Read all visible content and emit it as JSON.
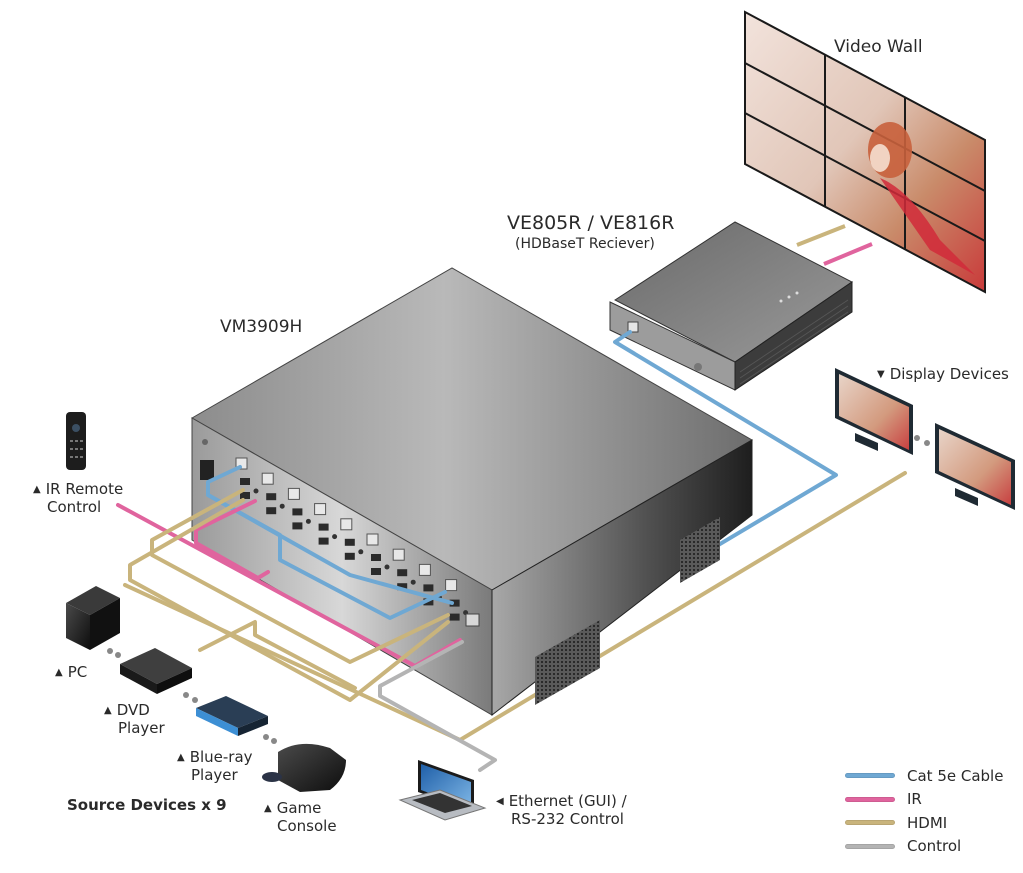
{
  "diagram": {
    "main_device": {
      "model": "VM3909H"
    },
    "receiver": {
      "model": "VE805R / VE816R",
      "subtitle": "(HDBaseT Reciever)"
    },
    "video_wall": {
      "label": "Video Wall",
      "grid": "3x3"
    },
    "display_devices": {
      "label": "Display Devices",
      "marker": "▼"
    },
    "ir_remote": {
      "label_line1": "IR Remote",
      "label_line2": "Control",
      "marker": "▲"
    },
    "source_devices": {
      "heading": "Source Devices x 9",
      "items": [
        {
          "label_line1": "PC",
          "label_line2": "",
          "marker": "▲"
        },
        {
          "label_line1": "DVD",
          "label_line2": "Player",
          "marker": "▲"
        },
        {
          "label_line1": "Blue-ray",
          "label_line2": "Player",
          "marker": "▲"
        },
        {
          "label_line1": "Game",
          "label_line2": "Console",
          "marker": "▲"
        }
      ]
    },
    "control": {
      "label_line1": "Ethernet (GUI) /",
      "label_line2": "RS-232 Control",
      "marker": "◀"
    }
  },
  "legend": {
    "items": [
      {
        "label": "Cat 5e Cable",
        "color": "#6fa8d3"
      },
      {
        "label": "IR",
        "color": "#e0649e"
      },
      {
        "label": "HDMI",
        "color": "#c9b47c"
      },
      {
        "label": "Control",
        "color": "#b4b4b4"
      }
    ]
  },
  "colors": {
    "cat5e": "#6fa8d3",
    "ir": "#e0649e",
    "hdmi": "#c9b47c",
    "control": "#b4b4b4"
  }
}
